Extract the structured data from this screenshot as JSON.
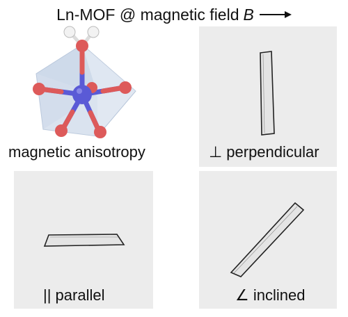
{
  "title": {
    "prefix": "Ln-MOF @ magnetic field",
    "variable": "B"
  },
  "panels": {
    "molecule": {
      "caption": "magnetic anisotropy"
    },
    "perpendicular": {
      "caption": "⊥ perpendicular"
    },
    "parallel": {
      "caption": "|| parallel"
    },
    "inclined": {
      "caption": "∠ inclined"
    }
  },
  "colors": {
    "lanthanide_atom": "#5a5ad6",
    "oxygen_atom": "#dd5a5a",
    "hydrogen_atom": "#f2f2f2",
    "polyhedron": "#c9d6e8",
    "panel_bg": "#ececec"
  }
}
